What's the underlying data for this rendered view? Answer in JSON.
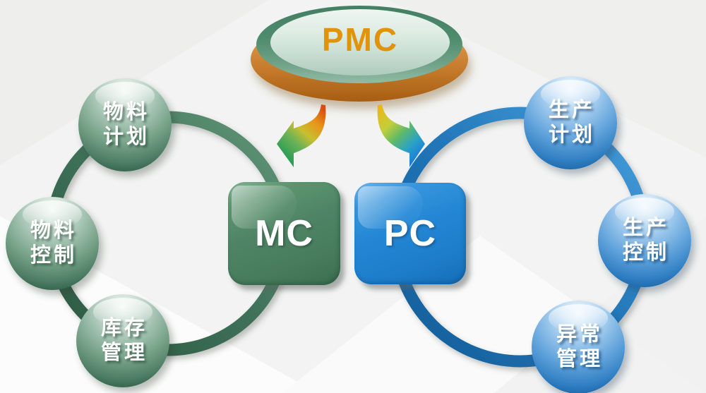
{
  "pmc": {
    "label": "PMC"
  },
  "hubs": {
    "mc": {
      "label": "MC"
    },
    "pc": {
      "label": "PC"
    }
  },
  "material_cycle": {
    "items": [
      {
        "line1": "物料",
        "line2": "计划"
      },
      {
        "line1": "物料",
        "line2": "控制"
      },
      {
        "line1": "库存",
        "line2": "管理"
      }
    ]
  },
  "production_cycle": {
    "items": [
      {
        "line1": "生产",
        "line2": "计划"
      },
      {
        "line1": "生产",
        "line2": "控制"
      },
      {
        "line1": "异常",
        "line2": "管理"
      }
    ]
  },
  "colors": {
    "pmc_text": "#e0940c",
    "pmc_rim_orange": "#c67c2c",
    "pmc_disc_green": "#4e8a6c",
    "pmc_face_mint": "#dcebe2",
    "mc_hub_green": "#4e8465",
    "pc_hub_blue": "#2386d4",
    "material_ring_green": "#3e7158",
    "production_ring_blue": "#2074b6",
    "node_text": "#ffffff",
    "arrow_left_gradient": [
      "#d94f10",
      "#e8941a",
      "#c9bf2e",
      "#2f9e56"
    ],
    "arrow_right_gradient": [
      "#e8b818",
      "#c3cf3a",
      "#5cb96a",
      "#1e7fd8"
    ]
  }
}
